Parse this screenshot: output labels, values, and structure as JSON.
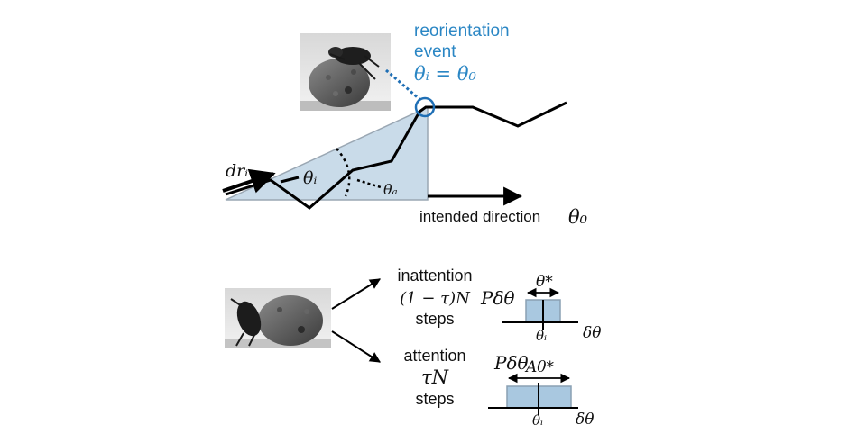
{
  "colors": {
    "accent_blue": "#2a86c4",
    "wedge_fill": "#c9dbe9",
    "wedge_stroke": "#9aa7b3",
    "dist_fill": "#a9c8e0",
    "line": "#000000"
  },
  "icons": {
    "top_photo": "dung-beetle-on-ball-photo",
    "bottom_photo": "dung-beetle-pushing-ball-photo"
  },
  "top_diagram": {
    "event_title_line1": "reorientation",
    "event_title_line2": "event",
    "event_equation": "θᵢ = θ₀",
    "dr_label": "drᵢ",
    "theta_i_label": "θᵢ",
    "theta_a_label": "θₐ",
    "intended_direction_label": "intended direction",
    "theta_0_label": "θ₀"
  },
  "bottom_diagram": {
    "inattention": {
      "title": "inattention",
      "expr": "(1 − τ)N",
      "steps": "steps",
      "p_label": "Pδθ",
      "width_label": "θ*",
      "center_label": "θᵢ",
      "axis_label": "δθ"
    },
    "attention": {
      "title": "attention",
      "expr": "τN",
      "steps": "steps",
      "p_label": "Pδθ",
      "width_label": "Aθ*",
      "center_label": "θᵢ",
      "axis_label": "δθ"
    }
  }
}
